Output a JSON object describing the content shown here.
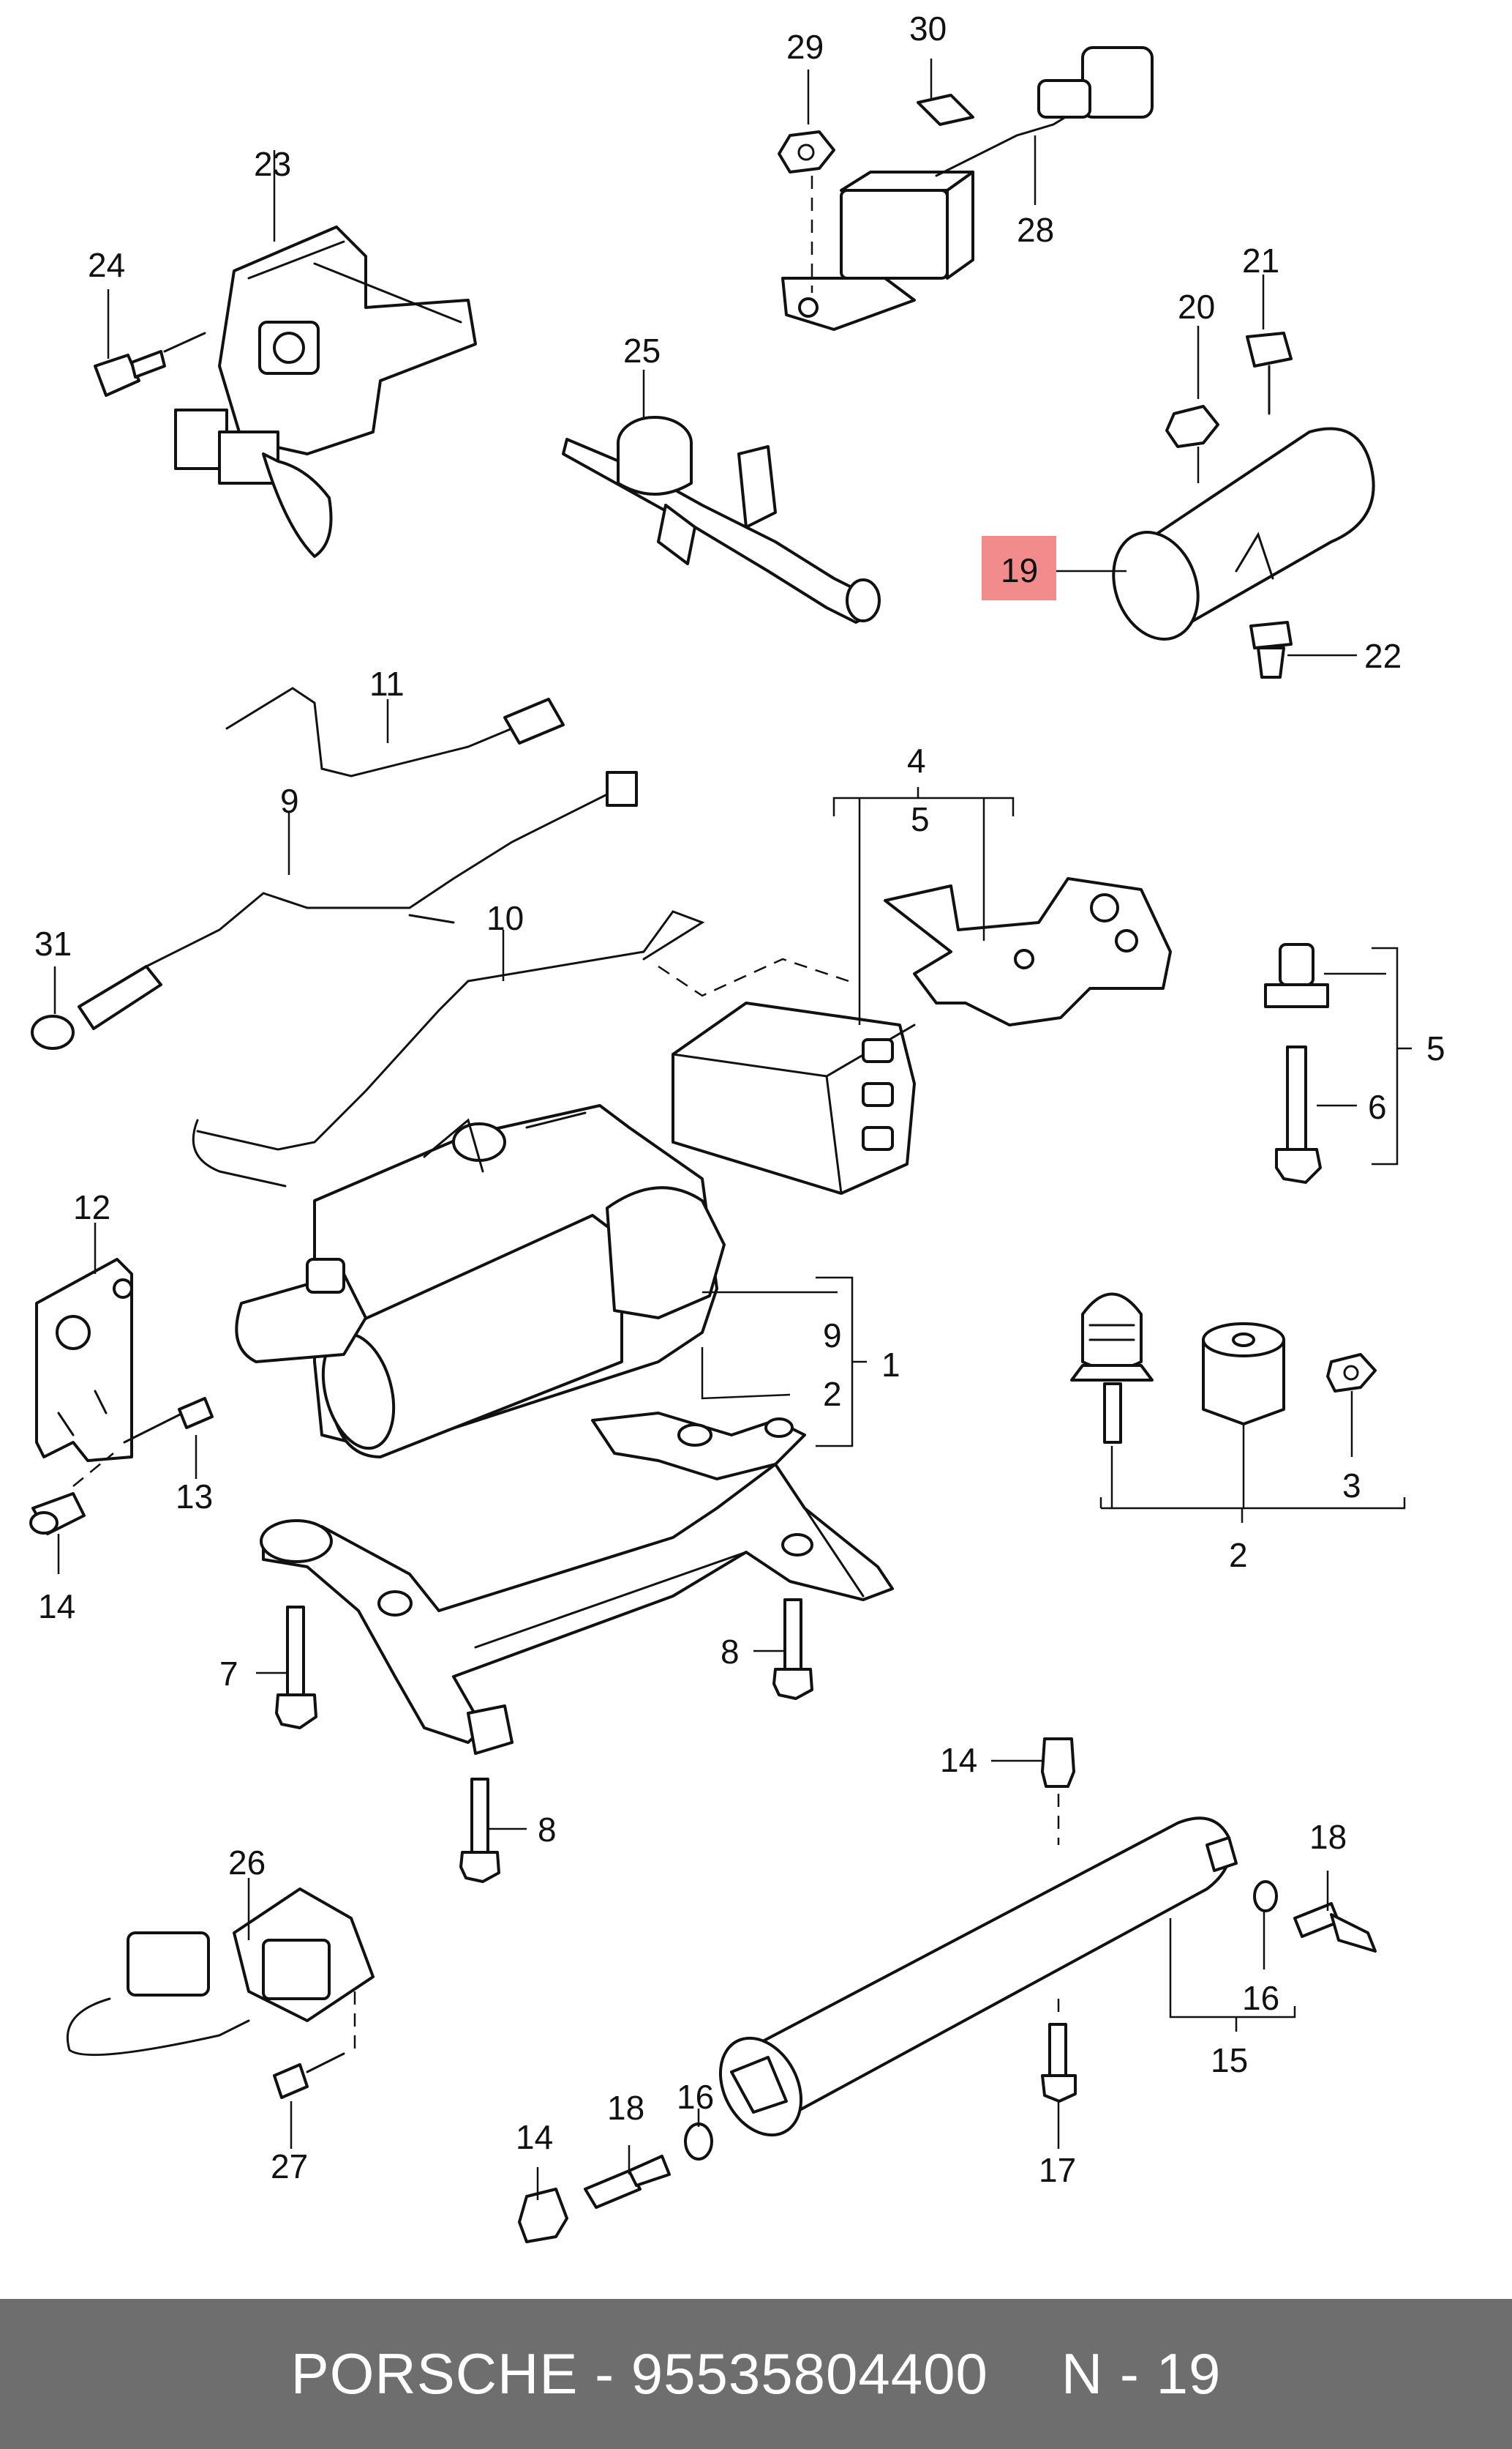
{
  "diagram": {
    "highlight_color": "#f28b8b",
    "callouts": {
      "c1": "1",
      "c2a": "2",
      "c2b": "2",
      "c3": "3",
      "c4": "4",
      "c5a": "5",
      "c5b": "5",
      "c6": "6",
      "c7": "7",
      "c8a": "8",
      "c8b": "8",
      "c9a": "9",
      "c9b": "9",
      "c10": "10",
      "c11": "11",
      "c12": "12",
      "c13": "13",
      "c14a": "14",
      "c14b": "14",
      "c14c": "14",
      "c15": "15",
      "c16a": "16",
      "c16b": "16",
      "c17": "17",
      "c18a": "18",
      "c18b": "18",
      "c19": "19",
      "c20": "20",
      "c21": "21",
      "c22": "22",
      "c23": "23",
      "c24": "24",
      "c25": "25",
      "c26": "26",
      "c27": "27",
      "c28": "28",
      "c29": "29",
      "c30": "30",
      "c31": "31"
    }
  },
  "footer": {
    "brand": "PORSCHE",
    "separator": " - ",
    "part_number": "95535804400",
    "diagram_ref": "N - 19"
  }
}
